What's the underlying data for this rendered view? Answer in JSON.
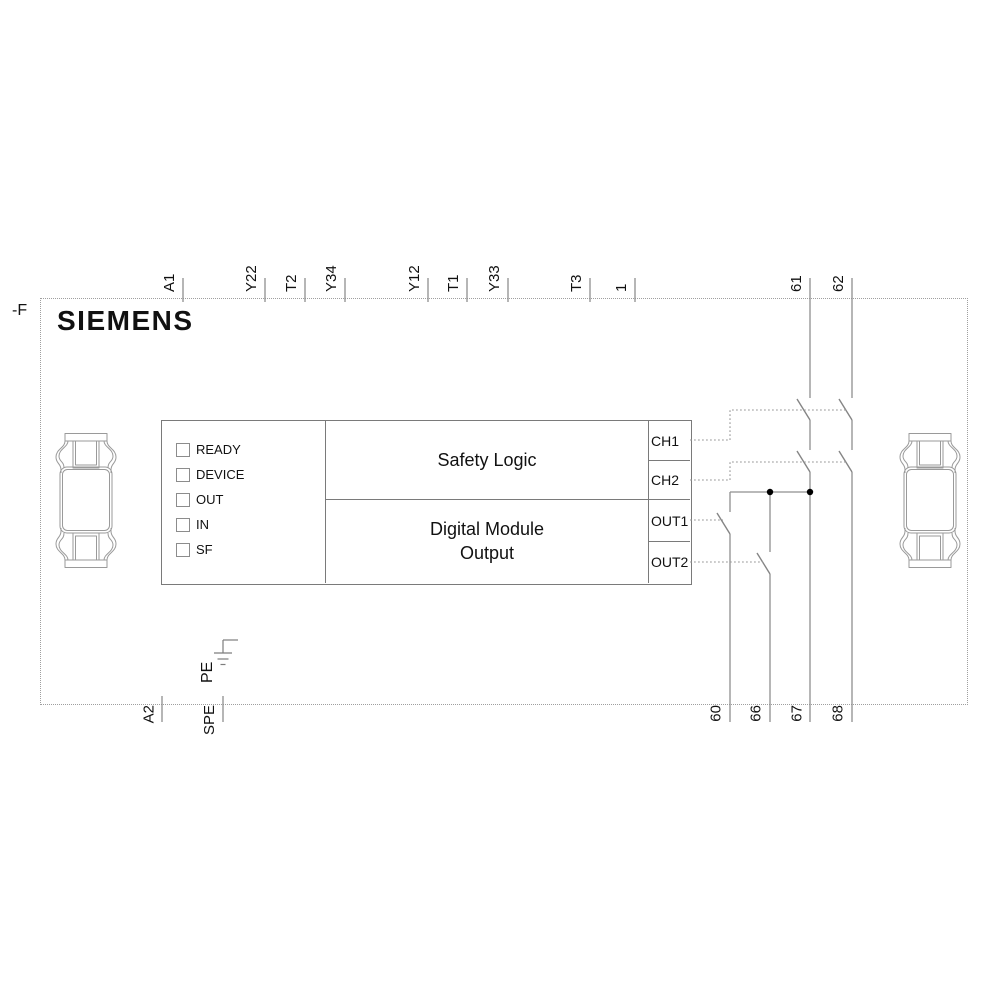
{
  "device_label": "-F",
  "brand": "SIEMENS",
  "terminals": {
    "top": [
      "A1",
      "Y22",
      "T2",
      "Y34",
      "Y12",
      "T1",
      "Y33",
      "T3",
      "1",
      "61",
      "62"
    ],
    "bottom": [
      "A2",
      "SPE",
      "60",
      "66",
      "67",
      "68"
    ]
  },
  "earth": {
    "label": "PE"
  },
  "status_leds": [
    "READY",
    "DEVICE",
    "OUT",
    "IN",
    "SF"
  ],
  "block": {
    "logic_label": "Safety Logic",
    "output_module_lines": [
      "Digital Module",
      "Output"
    ],
    "ports": [
      "CH1",
      "CH2",
      "OUT1",
      "OUT2"
    ]
  },
  "colors": {
    "wire": "#8f8f8f",
    "control_line": "#999999",
    "block_border": "#7a7a7a",
    "text": "#111111",
    "junction_dot": "#000000",
    "background": "#ffffff"
  }
}
